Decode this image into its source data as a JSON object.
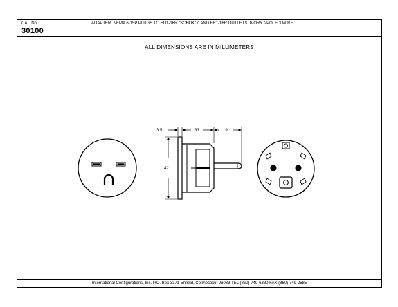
{
  "title_block": {
    "cat_label": "CAT. No.",
    "cat_number": "30100",
    "description": "ADAPTER.  NEMA 6-15P  PLUGS TO EU1-16R \"SCHUKO\" AND FR1-16R OUTLETS. IVORY. 2POLE 3 WIRE"
  },
  "note": "ALL DIMENSIONS ARE IN MILLIMETERS",
  "dimensions": {
    "flange": "3.5",
    "body": "33",
    "pins": "19",
    "height": "42"
  },
  "footer": "International Configurations, Inc.  P.O. Box 3371  Enfield, Connecticut 06083 TEL (860) 749-6380  FAX (860) 749-2585"
}
